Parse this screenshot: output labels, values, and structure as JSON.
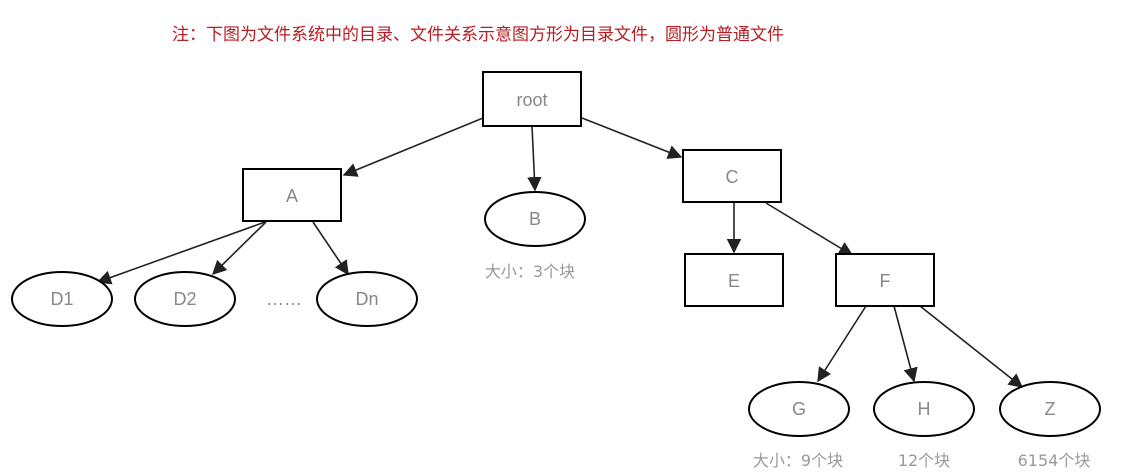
{
  "note": "注：下图为文件系统中的目录、文件关系示意图方形为目录文件，圆形为普通文件",
  "nodes": {
    "root": "root",
    "A": "A",
    "B": "B",
    "C": "C",
    "D1": "D1",
    "D2": "D2",
    "ellipsis": "……",
    "Dn": "Dn",
    "E": "E",
    "F": "F",
    "G": "G",
    "H": "H",
    "Z": "Z"
  },
  "captions": {
    "B": "大小：3个块",
    "G": "大小：9个块",
    "H": "12个块",
    "Z": "6154个块"
  }
}
